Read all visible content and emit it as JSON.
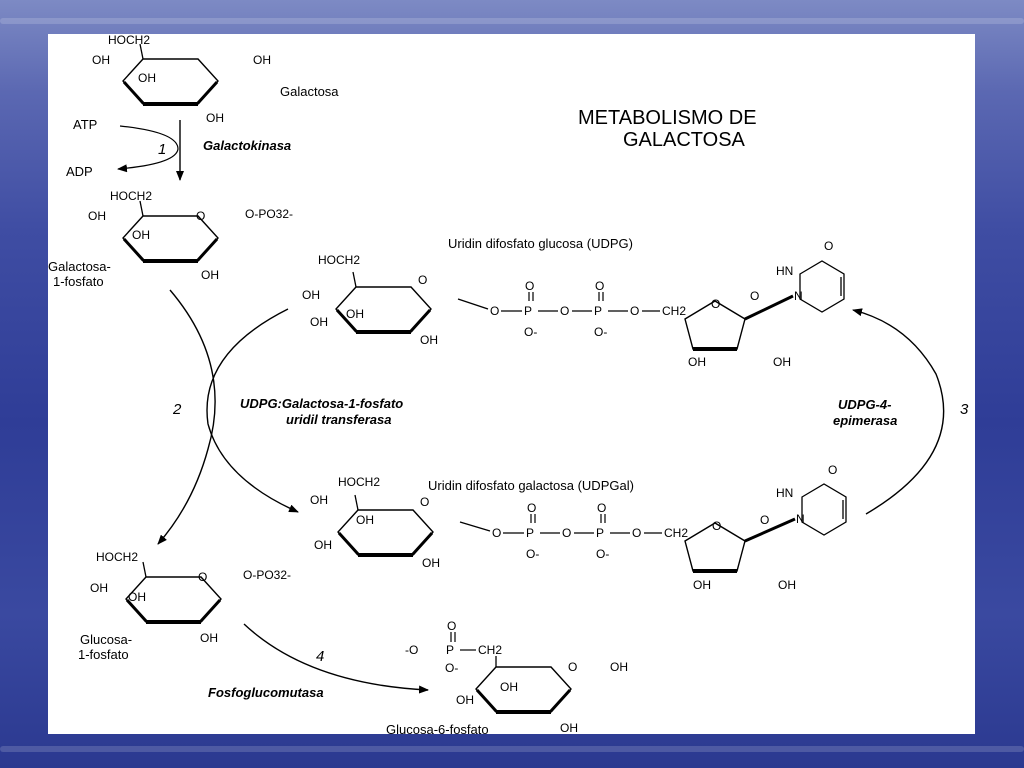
{
  "title": [
    "METABOLISMO DE",
    "GALACTOSA"
  ],
  "compounds": {
    "galactose": "Galactosa",
    "gal1p": [
      "Galactosa-",
      "1-fosfato"
    ],
    "udpg": "Uridin difosfato glucosa (UDPG)",
    "udpgal": "Uridin difosfato galactosa (UDPGal)",
    "glc1p": [
      "Glucosa-",
      "1-fosfato"
    ],
    "glc6p": "Glucosa-6-fosfato",
    "atp": "ATP",
    "adp": "ADP"
  },
  "enzymes": {
    "e1": "Galactokinasa",
    "e2": [
      "UDPG:Galactosa-1-fosfato",
      "uridil transferasa"
    ],
    "e3": [
      "UDPG-4-",
      "epimerasa"
    ],
    "e4": "Fosfoglucomutasa"
  },
  "step_numbers": [
    "1",
    "2",
    "3",
    "4"
  ],
  "chem": {
    "hoch2": "HOCH2",
    "ch2": "CH2",
    "oh": "OH",
    "o": "O",
    "p": "P",
    "o_minus": "O-",
    "o_po3": "O-PO32-",
    "hn": "HN",
    "n": "N",
    "neg_o": "-O"
  }
}
